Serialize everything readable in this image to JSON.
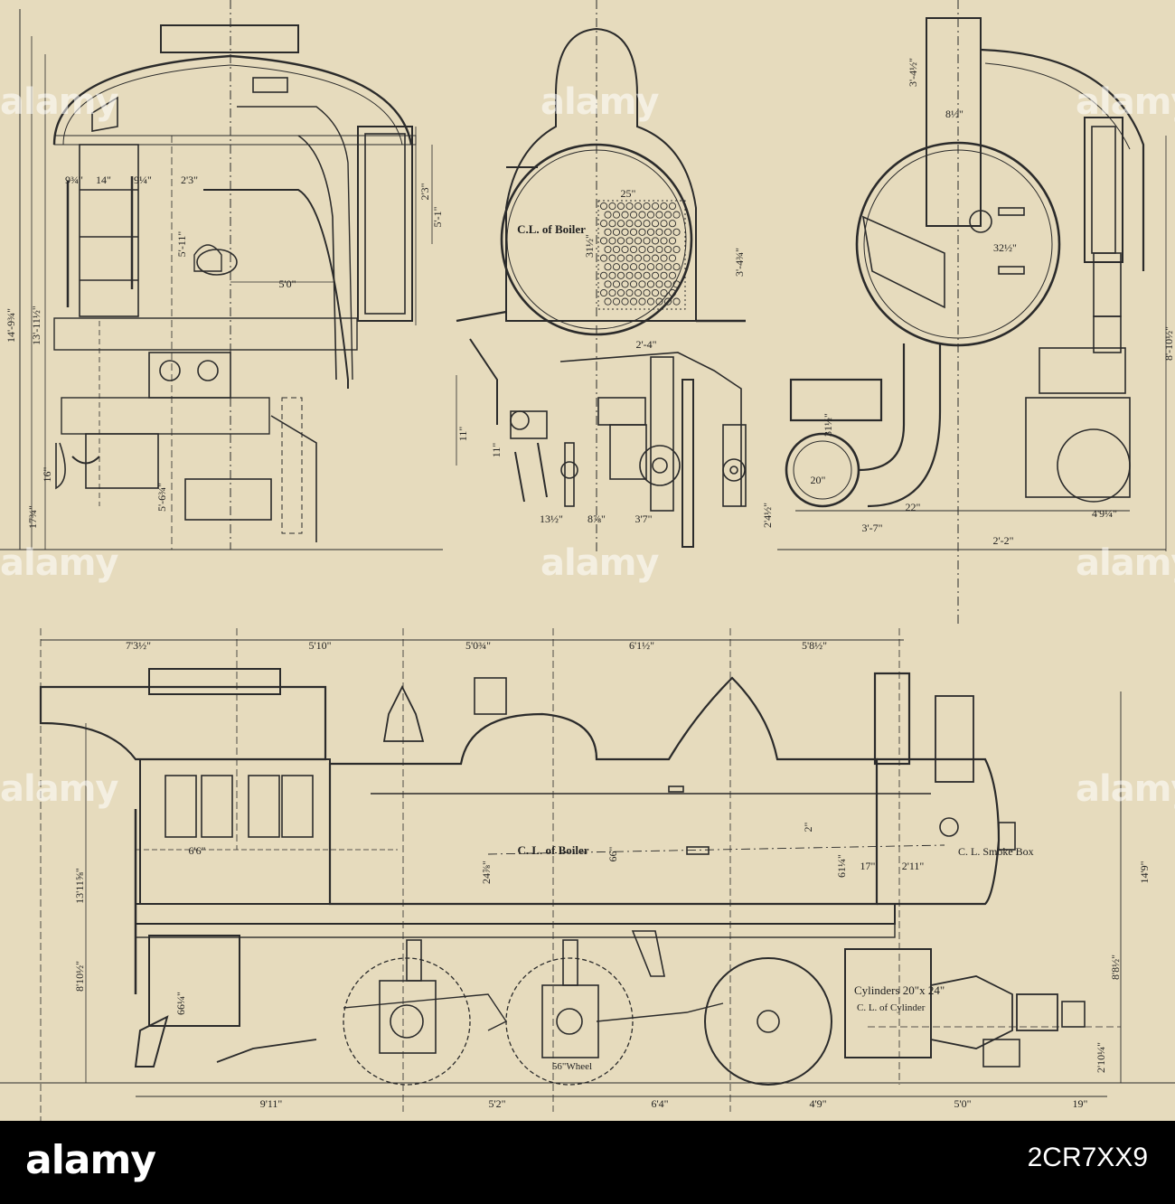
{
  "watermark": {
    "text": "alamy"
  },
  "footer": {
    "brand": "alamy",
    "image_id": "2CR7XX9"
  },
  "labels": {
    "cl_boiler_front": "C.L. of Boiler",
    "cl_boiler_side": "C. L. of Boiler",
    "cl_smoke_box": "C. L. Smoke Box",
    "wheel": "56\"Wheel",
    "cylinders": "Cylinders 20\"x 24\"",
    "cl_cylinder": "C. L. of Cylinder"
  },
  "dims": {
    "top_spans": [
      "7'3½\"",
      "5'10\"",
      "5'0¾\"",
      "6'1½\"",
      "5'8½\""
    ],
    "bottom_spans": [
      "9'11\"",
      "5'2\"",
      "6'4\"",
      "4'9\"",
      "5'0\"",
      "19\""
    ],
    "cab_row": [
      "9¾\"",
      "14\"",
      "9¼\"",
      "2'3\""
    ],
    "cab_vertical": [
      "14'-9¾\"",
      "13'-11½\"",
      "5'-11\"",
      "16\"",
      "17¾\"",
      "5'-6¾\"",
      "2'3\"",
      "5'-1\""
    ],
    "cab_width": "5'0\"",
    "front": [
      "25\"",
      "31½\"",
      "3'-4¾\"",
      "2'-4\"",
      "11\"",
      "11\"",
      "13½\"",
      "8⅞\"",
      "3'7\"",
      "2'4½\""
    ],
    "section": [
      "3'-4½\"",
      "8½\"",
      "32½\"",
      "20\"",
      "31½\"",
      "22\"",
      "3'-7\"",
      "4'9¼\"",
      "2'-2\"",
      "8'-10½\""
    ],
    "side_body": [
      "6'6\"",
      "24⅞\"",
      "66\"",
      "61¼\"",
      "2\"",
      "17\"",
      "2'11\"",
      "13'11⅝\"",
      "14'9\"",
      "8'10½\"",
      "8'8½\"",
      "66¼\"",
      "2'10¼\""
    ]
  }
}
